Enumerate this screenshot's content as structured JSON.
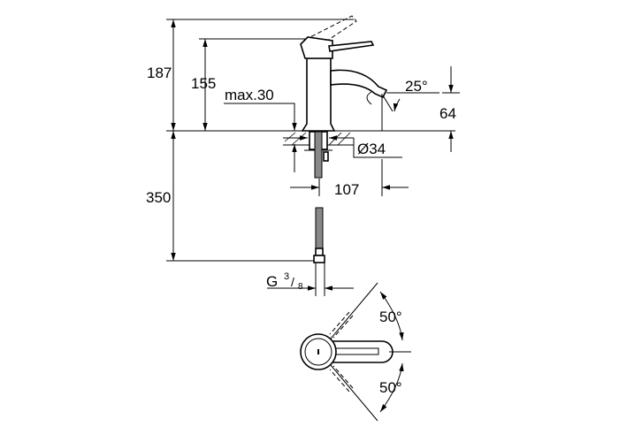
{
  "title": "Basin mixer dimension drawing",
  "dimensions": {
    "total_height": "187",
    "spout_height": "155",
    "max_thickness": "max.30",
    "spout_angle": "25°",
    "outlet_height": "64",
    "hole_diameter": "Ø34",
    "projection": "107",
    "hose_length": "350",
    "connection_thread_main": "G",
    "connection_thread_num": "3",
    "connection_thread_den": "8",
    "lever_angle_top": "50°",
    "lever_angle_bottom": "50°"
  }
}
